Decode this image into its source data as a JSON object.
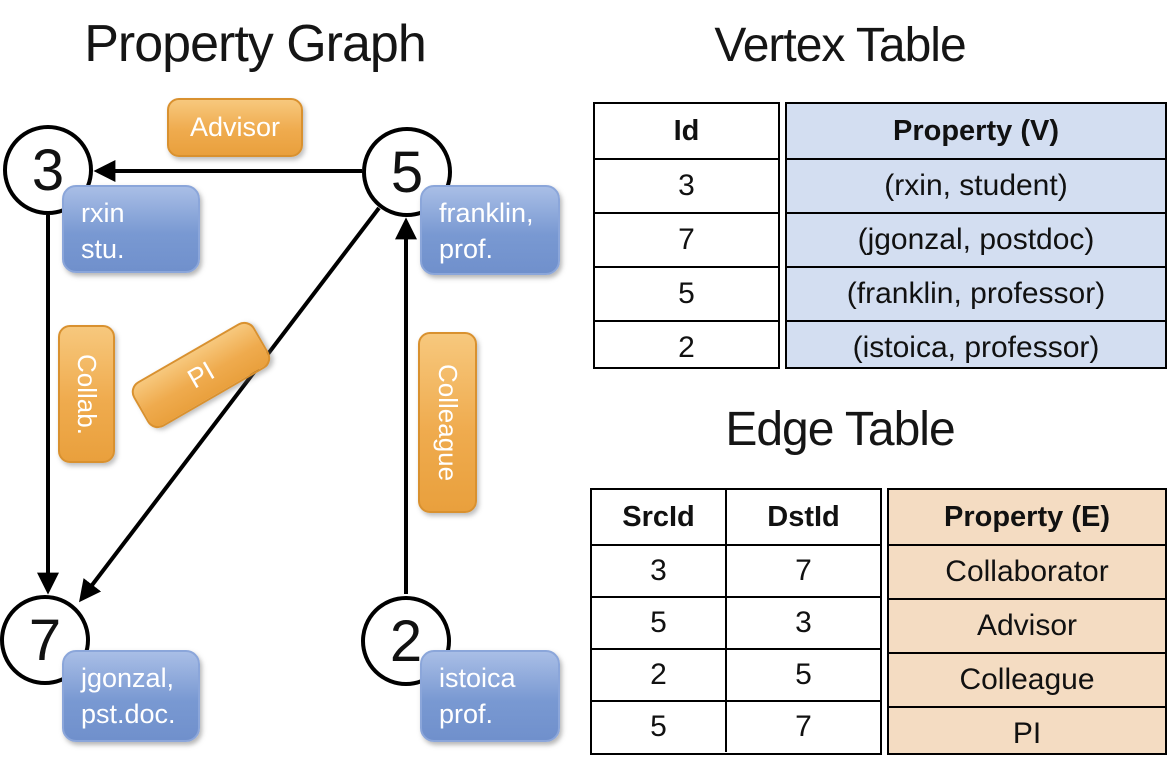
{
  "slide": {
    "graph_title": "Property Graph",
    "vertex_table_title": "Vertex Table",
    "edge_table_title": "Edge Table"
  },
  "graph": {
    "nodes": [
      {
        "id": "3",
        "line1": "rxin",
        "line2": "stu."
      },
      {
        "id": "5",
        "line1": "franklin,",
        "line2": "prof."
      },
      {
        "id": "7",
        "line1": "jgonzal,",
        "line2": "pst.doc."
      },
      {
        "id": "2",
        "line1": "istoica",
        "line2": "prof."
      }
    ],
    "edge_labels": {
      "advisor": "Advisor",
      "collab": "Collab.",
      "pi": "PI",
      "colleague": "Colleague"
    }
  },
  "vertex_table": {
    "columns": [
      "Id",
      "Property (V)"
    ],
    "rows": [
      [
        "3",
        "(rxin, student)"
      ],
      [
        "7",
        "(jgonzal, postdoc)"
      ],
      [
        "5",
        "(franklin, professor)"
      ],
      [
        "2",
        "(istoica, professor)"
      ]
    ]
  },
  "edge_table": {
    "columns": [
      "SrcId",
      "DstId",
      "Property (E)"
    ],
    "rows": [
      [
        "3",
        "7",
        "Collaborator"
      ],
      [
        "5",
        "3",
        "Advisor"
      ],
      [
        "2",
        "5",
        "Colleague"
      ],
      [
        "5",
        "7",
        "PI"
      ]
    ]
  },
  "colors": {
    "edge_label_fill": "#EFAB4E",
    "edge_label_border": "#D9912F",
    "vertex_label_fill": "#7999D2",
    "vertex_table_property_fill": "#D3DEF1",
    "edge_table_property_fill": "#F4DCC2",
    "line": "#000000"
  }
}
